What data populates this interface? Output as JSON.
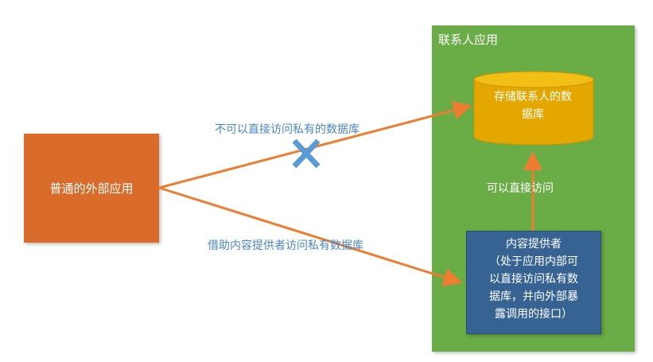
{
  "container": {
    "title": "联系人应用"
  },
  "nodes": {
    "external_app": "普通的外部应用",
    "database": [
      "存储联系人的数",
      "据库"
    ],
    "provider": [
      "内容提供者",
      "（处于应用内部可",
      "以直接访问私有数",
      "据库，并向外部暴",
      "露调用的接口）"
    ]
  },
  "edges": {
    "forbidden_access": "不可以直接访问私有的数据库",
    "via_provider": "借助内容提供者访问私有数据库",
    "direct_access": "可以直接访问"
  },
  "colors": {
    "container_green": "#6aac45",
    "external_orange": "#d96b2b",
    "arrow_orange": "#ed7d31",
    "database_gold": "#e3a700",
    "provider_blue": "#376393",
    "label_blue": "#4a86c5",
    "cross_blue": "#5b9bd5"
  },
  "icons": {
    "forbidden_marker": "cross-icon"
  }
}
